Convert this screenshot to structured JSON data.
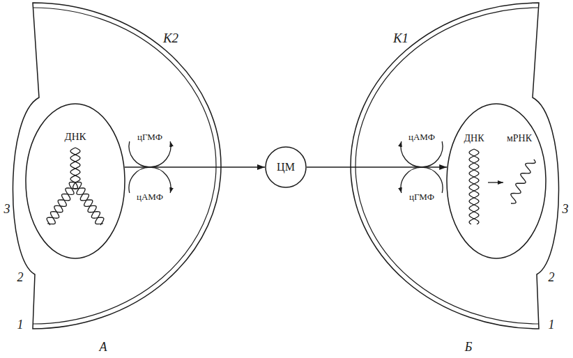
{
  "diagram": {
    "nodes": [
      {
        "text": [
          "К2"
        ]
      },
      {
        "text": [
          "ДНК"
        ],
        "in": 0
      },
      {
        "text": [
          "ЦМ"
        ]
      },
      {
        "text": [
          "К1"
        ]
      },
      {
        "text": [
          "ДНК",
          "мРНК"
        ],
        "in": 3
      }
    ],
    "edges": [
      {
        "from": 1,
        "to": 2,
        "arrow": "to"
      },
      {
        "from": 2,
        "to": 4,
        "arrow": "to"
      }
    ],
    "labels": [
      "цГМФ",
      "цАМФ",
      "цАМФ",
      "цГМФ",
      "3",
      "2",
      "1",
      "А",
      "3",
      "2",
      "1",
      "Б"
    ]
  }
}
